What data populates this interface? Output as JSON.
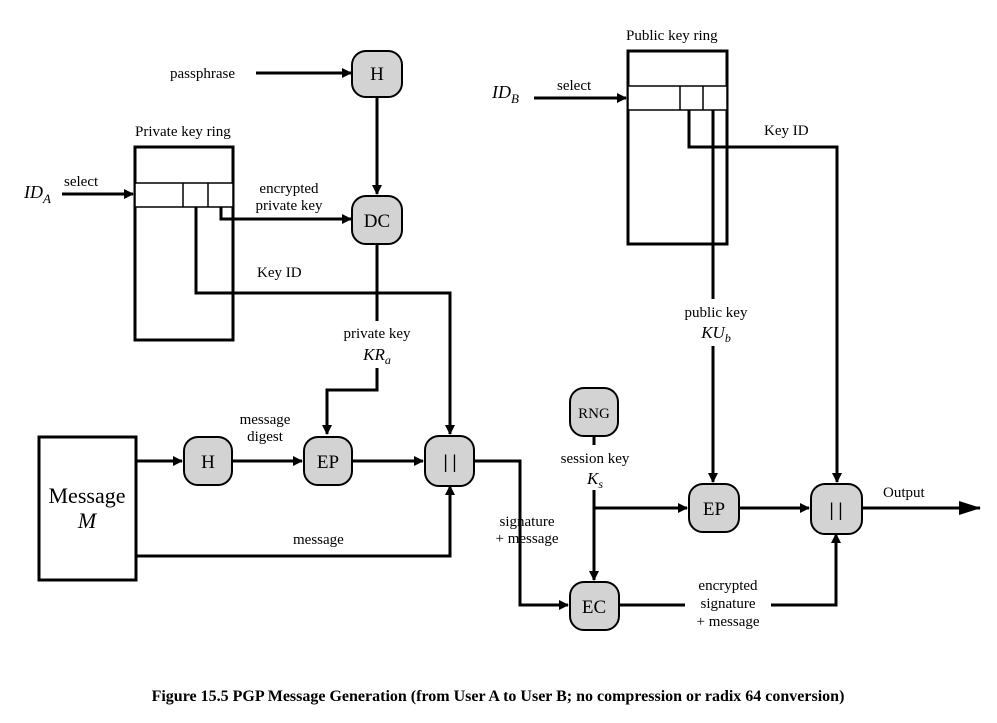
{
  "caption": "Figure 15.5   PGP Message Generation (from User A to User B; no compression or radix 64 conversion)",
  "nodes": {
    "hash_top": "H",
    "decrypt": "DC",
    "hash_msg": "H",
    "sign": "EP",
    "concat1": "| |",
    "rng": "RNG",
    "encrypt_key": "EP",
    "encrypt_msg": "EC",
    "concat2": "| |"
  },
  "boxes": {
    "private_ring": "Private key ring",
    "public_ring": "Public key ring",
    "message_line1": "Message",
    "message_line2": "M"
  },
  "labels": {
    "passphrase": "passphrase",
    "id_a_main": "ID",
    "id_a_sub": "A",
    "id_b_main": "ID",
    "id_b_sub": "B",
    "select_a": "select",
    "select_b": "select",
    "encrypted_private_key_1": "encrypted",
    "encrypted_private_key_2": "private key",
    "key_id_a": "Key ID",
    "key_id_b": "Key ID",
    "private_key_1": "private key",
    "private_key_2_main": "KR",
    "private_key_2_sub": "a",
    "public_key_1": "public key",
    "public_key_2_main": "KU",
    "public_key_2_sub": "b",
    "message_digest_1": "message",
    "message_digest_2": "digest",
    "message": "message",
    "signature_message_1": "signature",
    "signature_message_2": "+ message",
    "session_key_1": "session key",
    "session_key_2_main": "K",
    "session_key_2_sub": "s",
    "encrypted_sig_1": "encrypted",
    "encrypted_sig_2": "signature",
    "encrypted_sig_3": "+ message",
    "output": "Output"
  }
}
